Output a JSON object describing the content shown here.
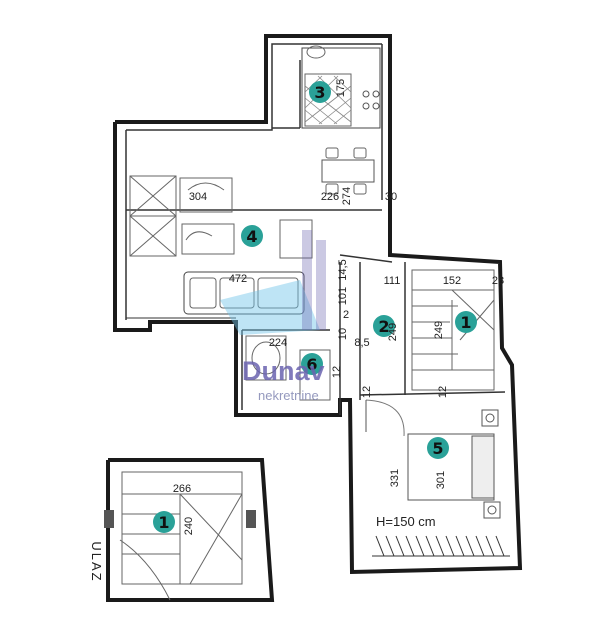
{
  "rooms": [
    {
      "id": "1",
      "label": "1"
    },
    {
      "id": "2",
      "label": "2"
    },
    {
      "id": "3",
      "label": "3"
    },
    {
      "id": "4",
      "label": "4"
    },
    {
      "id": "5",
      "label": "5"
    },
    {
      "id": "6",
      "label": "6"
    },
    {
      "id": "1b",
      "label": "1"
    }
  ],
  "dimensions": {
    "d_175": "175",
    "d_226": "226",
    "d_274": "274",
    "d_30": "30",
    "d_304": "304",
    "d_472": "472",
    "d_145": "14,5",
    "d_101": "101",
    "d_2a": "2",
    "d_10": "10",
    "d_85": "8,5",
    "d_224": "224",
    "d_12a": "12",
    "d_111": "111",
    "d_152": "152",
    "d_28": "28",
    "d_249a": "249",
    "d_249b": "249",
    "d_12b": "12",
    "d_12c": "12",
    "d_331": "331",
    "d_301": "301",
    "d_266": "266",
    "d_240": "240"
  },
  "notes": {
    "height_note": "H=150 cm",
    "entrance": "ULAZ"
  },
  "watermark": {
    "brand": "Dunav",
    "sub": "nekretnine"
  },
  "colors": {
    "wall": "#1a1a1a",
    "marker": "#2aa198",
    "watermark": "#6b63b0"
  }
}
